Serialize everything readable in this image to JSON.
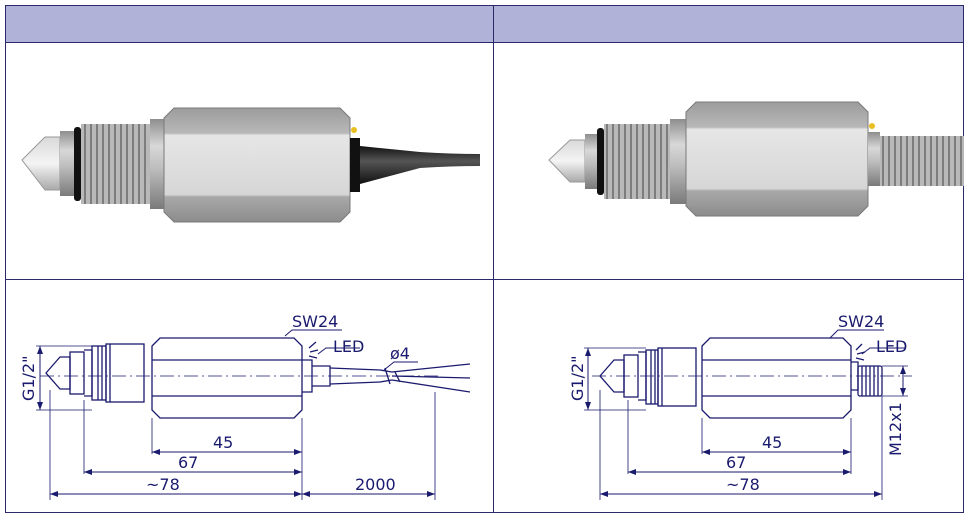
{
  "left_drawing": {
    "wrench_label": "SW24",
    "led_label": "LED",
    "cable_label": "ø4",
    "thread_label": "G1/2\"",
    "dim_45": "45",
    "dim_67": "67",
    "dim_78": "~78",
    "dim_cable": "2000"
  },
  "right_drawing": {
    "wrench_label": "SW24",
    "led_label": "LED",
    "thread_label": "G1/2\"",
    "connector_label": "M12x1",
    "dim_45": "45",
    "dim_67": "67",
    "dim_78": "~78"
  },
  "colors": {
    "header": "#b1b2d8",
    "line": "#1a1a6e",
    "steel": "#a8a8a8"
  }
}
